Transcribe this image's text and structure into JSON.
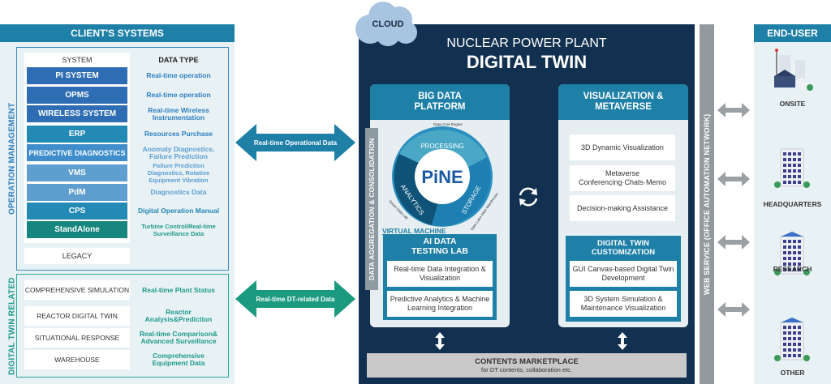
{
  "client": {
    "header": "CLIENT'S SYSTEMS",
    "operation_label": "OPERATION MANAGEMENT",
    "dt_label": "DIGITAL TWIN RELATED",
    "system_header": "SYSTEM",
    "datatype_header": "DATA TYPE",
    "systems": [
      {
        "name": "PI SYSTEM",
        "data": "Real-time operation",
        "color": "#2e6db3",
        "text_color": "#2f7fbf"
      },
      {
        "name": "OPMS",
        "data": "Real-time operation",
        "color": "#2e6db3",
        "text_color": "#2f7fbf"
      },
      {
        "name": "WIRELESS SYSTEM",
        "data": "Real-time Wireless Instrumentation",
        "color": "#2e6db3",
        "text_color": "#2f7fbf"
      },
      {
        "name": "ERP",
        "data": "Resources Purchase",
        "color": "#2389b5",
        "text_color": "#2f7fbf"
      },
      {
        "name": "PREDICTIVE DIAGNOSTICS",
        "data": "Anomaly Diagnostics, Failure Prediction",
        "color": "#3f8ecb",
        "text_color": "#5da0d3"
      },
      {
        "name": "VMS",
        "data": "Failure Prediction Diagnostics, Rotative Equipment Vibration",
        "color": "#5f9fd0",
        "text_color": "#5da0d3"
      },
      {
        "name": "PdM",
        "data": "Diagnostics Data",
        "color": "#5f9fd0",
        "text_color": "#5da0d3"
      },
      {
        "name": "CPS",
        "data": "Digital Operation Manual",
        "color": "#2389b5",
        "text_color": "#2389b5"
      },
      {
        "name": "StandAlone",
        "data": "Turbine Control/Real-time Surveillance Data",
        "color": "#17867f",
        "text_color": "#1e9a8c"
      }
    ],
    "legacy": "LEGACY",
    "dt_items": [
      {
        "name": "COMPREHENSIVE SIMULATION",
        "data": "Real-time Plant Status"
      },
      {
        "name": "REACTOR DIGITAL TWIN",
        "data": "Reactor Analysis&Prediction"
      },
      {
        "name": "SITUATIONAL RESPONSE",
        "data": "Real-time Comparison& Advanced Surveillance"
      },
      {
        "name": "WAREHOUSE",
        "data": "Comprehensive Equipment Data"
      }
    ]
  },
  "arrows": {
    "operational": {
      "label": "Real-time Operational Data",
      "color": "#1e7fa7"
    },
    "dt_related": {
      "label": "Real-time DT-related Data",
      "color": "#1b9a80"
    }
  },
  "main": {
    "cloud": "CLOUD",
    "title_line1": "NUCLEAR POWER PLANT",
    "title_line2": "DIGITAL TWIN",
    "aggregation": "DATA AGGREGATION & CONSOLIDATION",
    "big_data": {
      "title": "BIG DATA PLATFORM",
      "logo": "PiNE",
      "segments": [
        "PROCESSING",
        "STORAGE",
        "ANALYTICS"
      ],
      "ring_labels": [
        "Data Core Engine",
        "Data Lake·Mart·Warehouse",
        "Smart Data Lab"
      ],
      "vm_label": "VIRTUAL MACHINE",
      "ai_lab": {
        "title": "AI DATA TESTING LAB",
        "items": [
          "Real-time Data Integration & Visualization",
          "Predictive Analytics & Machine Learning Integration"
        ]
      }
    },
    "visualization": {
      "title": "VISUALIZATION & METAVERSE",
      "items": [
        "3D Dynamic Visualization",
        "Metaverse Conferencing·Chats·Memo",
        "Decision-making Assistance"
      ],
      "customization": {
        "title": "DIGITAL TWIN CUSTOMIZATION",
        "items": [
          "GUI Canvas-based Digital Twin Development",
          "3D System Simulation & Maintenance Visualization"
        ]
      }
    },
    "marketplace": {
      "title": "CONTENTS MARKETPLACE",
      "subtitle": "for DT contents, collaboration etc."
    }
  },
  "web_service": "WEB SERVICE (OFFICE AUTOMATION NETWORK)",
  "end_user": {
    "header": "END-USER",
    "items": [
      {
        "label": "ONSITE",
        "icon": "power-plant-icon"
      },
      {
        "label": "HEADQUARTERS",
        "icon": "office-tower-icon"
      },
      {
        "label": "RESEARCH",
        "icon": "research-building-icon"
      },
      {
        "label": "OTHER",
        "icon": "building-icon"
      }
    ]
  }
}
